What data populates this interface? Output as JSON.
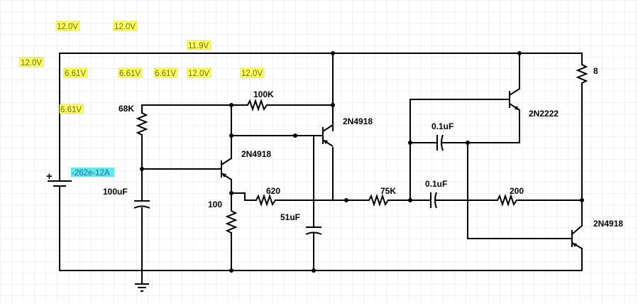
{
  "voltage_readouts": [
    "12.0V",
    "12.0V",
    "11.9V",
    "12.0V",
    "6.61V",
    "6.61V",
    "6.61V",
    "12.0V",
    "12.0V",
    "6.61V"
  ],
  "current_readout": "-262e-12A",
  "component_labels": {
    "r_68k": "68K",
    "r_100k": "100K",
    "q1": "2N4918",
    "q2": "2N4918",
    "q3": "2N2222",
    "q4": "2N4918",
    "r_620": "620",
    "r_75k": "75K",
    "c_01a": "0.1uF",
    "c_01b": "0.1uF",
    "r_200": "200",
    "r_8": "8",
    "c_100u": "100uF",
    "r_100": "100",
    "c_51u": "51uF",
    "battery_plus": "+"
  },
  "colors": {
    "voltage_box": "#ffff66",
    "voltage_text": "#707000",
    "current_box": "#66e8e8",
    "current_text": "#1a6f9f",
    "wire": "#000000",
    "grid": "#e2e2e2"
  }
}
